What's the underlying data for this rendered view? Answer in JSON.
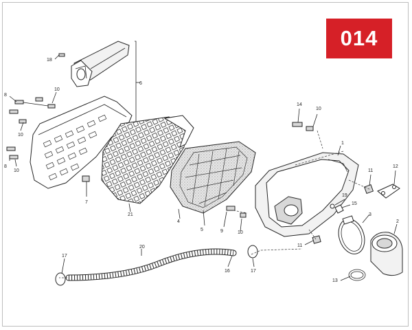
{
  "diagram": {
    "page_number": "014",
    "labels": {
      "l18": "18",
      "l6": "6",
      "l8a": "8",
      "l10a": "10",
      "l10b": "10",
      "l8b": "8",
      "l10c": "10",
      "l21": "21",
      "l7": "7",
      "l4": "4",
      "l5": "5",
      "l9": "9",
      "l10d": "10",
      "l14": "14",
      "l10e": "10",
      "l1": "1",
      "l11a": "11",
      "l12": "12",
      "l19": "19",
      "l15": "15",
      "l3": "3",
      "l2": "2",
      "l11b": "11",
      "l20": "20",
      "l17a": "17",
      "l16": "16",
      "l17b": "17",
      "l13": "13"
    }
  },
  "colors": {
    "badge": "#d62027",
    "badge_text": "#ffffff",
    "line": "#222222",
    "frame": "#bdbdbd"
  }
}
